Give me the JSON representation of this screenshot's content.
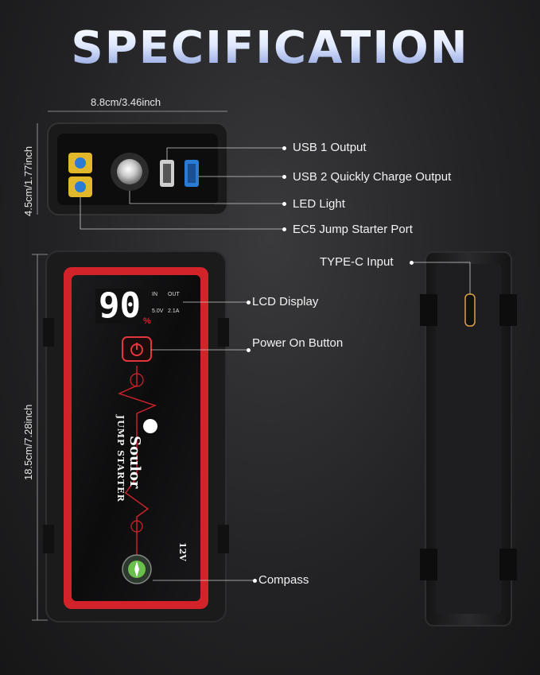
{
  "title": "SPECIFICATION",
  "dimensions": {
    "top_width": "8.8cm/3.46inch",
    "top_height": "4.5cm/1.77inch",
    "body_height": "18.5cm/7.28inch"
  },
  "callouts": {
    "usb1": "USB 1 Output",
    "usb2": "USB 2 Quickly Charge Output",
    "led": "LED Light",
    "ec5": "EC5 Jump Starter Port",
    "typec": "TYPE-C Input",
    "lcd": "LCD Display",
    "power": "Power On Button",
    "compass": "Compass"
  },
  "device": {
    "lcd_value": "90",
    "lcd_percent": "%",
    "lcd_in": "IN",
    "lcd_out": "OUT",
    "lcd_in_v": "5.0V",
    "lcd_out_a": "2.1A",
    "brand": "Soulor",
    "subtitle": "JUMP STARTER",
    "voltage": "12V"
  },
  "colors": {
    "accent_red": "#d2232a",
    "usb_blue": "#2a7bd6",
    "ec5_yellow": "#e0b82a"
  }
}
